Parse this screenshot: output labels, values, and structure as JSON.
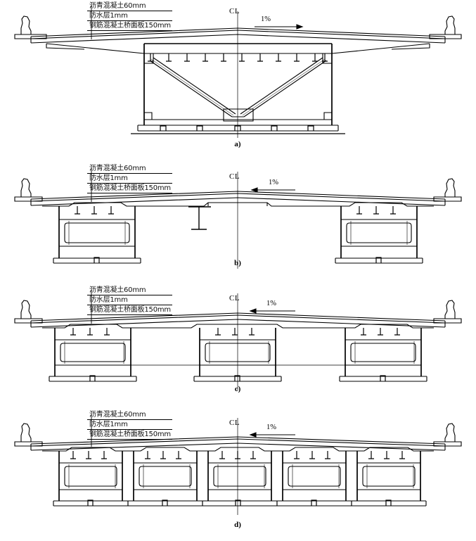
{
  "drawing": {
    "title": "Bridge deck cross-section types",
    "centerline_label": "CL",
    "slope_label": "1%",
    "line_color": "#000000",
    "background_color": "#ffffff"
  },
  "pavement_callout": {
    "lines": [
      "沥青混凝土60mm",
      "防水层1mm",
      "钢筋混凝土桥面板150mm"
    ],
    "line_1_thickness": "60mm",
    "line_2_thickness": "1mm",
    "line_3_thickness": "150mm"
  },
  "sections": [
    {
      "id": "a",
      "label": "a)",
      "girder_type": "single-cell steel box girder with V-diagonal bracing",
      "girder_count": 1,
      "bearing_count": 5,
      "shear_stud_count": 11,
      "centerline_label": "CL",
      "slope_label": "1%",
      "callout_lines": [
        "沥青混凝土60mm",
        "防水层1mm",
        "钢筋混凝土桥面板150mm"
      ]
    },
    {
      "id": "b",
      "label": "b)",
      "girder_type": "twin box girders with central I-beam",
      "girder_count": 2,
      "bearing_count": 2,
      "shear_stud_count": 6,
      "centerline_label": "CL",
      "slope_label": "1%",
      "callout_lines": [
        "沥青混凝土60mm",
        "防水层1mm",
        "钢筋混凝土桥面板150mm"
      ]
    },
    {
      "id": "c",
      "label": "c)",
      "girder_type": "three box girders",
      "girder_count": 3,
      "bearing_count": 3,
      "shear_stud_count": 9,
      "centerline_label": "CL",
      "slope_label": "1%",
      "callout_lines": [
        "沥青混凝土60mm",
        "防水层1mm",
        "钢筋混凝土桥面板150mm"
      ]
    },
    {
      "id": "d",
      "label": "d)",
      "girder_type": "five adjacent box girders",
      "girder_count": 5,
      "bearing_count": 5,
      "shear_stud_count": 15,
      "centerline_label": "CL",
      "slope_label": "1%",
      "callout_lines": [
        "沥青混凝土60mm",
        "防水层1mm",
        "钢筋混凝土桥面板150mm"
      ]
    }
  ]
}
